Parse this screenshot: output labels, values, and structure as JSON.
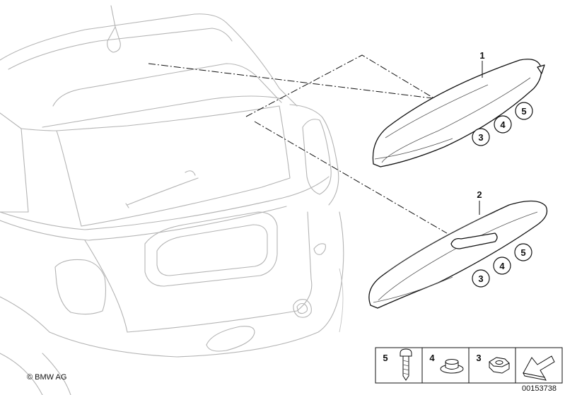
{
  "callouts": {
    "spoiler_upper": "1",
    "spoiler_lower": "2",
    "upper": [
      "3",
      "4",
      "5"
    ],
    "lower": [
      "3",
      "4",
      "5"
    ]
  },
  "legend": {
    "items": [
      {
        "number": "5",
        "icon": "screw-icon"
      },
      {
        "number": "4",
        "icon": "grommet-icon"
      },
      {
        "number": "3",
        "icon": "nut-icon"
      }
    ],
    "arrow_icon": "direction-arrow-icon"
  },
  "footer": {
    "copyright": "© BMW AG",
    "diagram_id": "00153738"
  },
  "colors": {
    "outline": "#111111",
    "car_outline": "#b4b4b4"
  }
}
